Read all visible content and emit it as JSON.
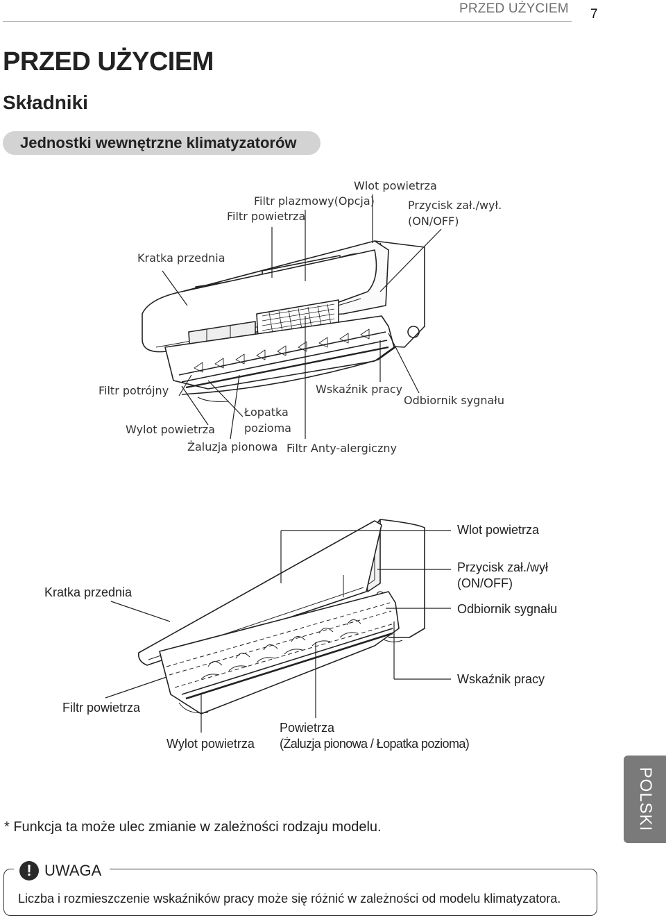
{
  "header": {
    "section": "PRZED UŻYCIEM",
    "page_number": "7"
  },
  "title": "PRZED UŻYCIEM",
  "subtitle": "Składniki",
  "section_heading": "Jednostki wewnętrzne klimatyzatorów",
  "diagram1": {
    "labels": {
      "air_inlet": "Wlot powietrza",
      "plasma_filter": "Filtr plazmowy(Opcja)",
      "on_off_button_1": "Przycisk zał./wył.",
      "on_off_button_2": "(ON/OFF)",
      "air_filter": "Filtr powietrza",
      "front_grille": "Kratka przednia",
      "triple_filter": "Filtr potrójny",
      "operation_indicator": "Wskaźnik pracy",
      "signal_receiver": "Odbiornik sygnału",
      "horizontal_vane_1": "Łopatka",
      "horizontal_vane_2": "pozioma",
      "air_outlet": "Wylot powietrza",
      "vertical_louver": "Żaluzja pionowa",
      "anti_allergic_filter": "Filtr Anty-alergiczny"
    }
  },
  "diagram2": {
    "labels": {
      "air_inlet": "Wlot powietrza",
      "on_off_button_1": "Przycisk zał./wył",
      "on_off_button_2": "(ON/OFF)",
      "signal_receiver": "Odbiornik sygnału",
      "front_grille": "Kratka przednia",
      "operation_indicator": "Wskaźnik pracy",
      "air_filter": "Filtr powietrza",
      "air_outlet": "Wylot powietrza",
      "air_flow_1": "Powietrza",
      "air_flow_2": "(Żaluzja pionowa / Łopatka pozioma)"
    }
  },
  "side_tab": "POLSKI",
  "footnote": "* Funkcja ta może ulec zmianie w zależności rodzaju modelu.",
  "note": {
    "icon": "exclamation-icon",
    "title": "UWAGA",
    "text": "Liczba i rozmieszczenie wskaźników pracy może się różnić w zależności od modelu klimatyzatora."
  }
}
